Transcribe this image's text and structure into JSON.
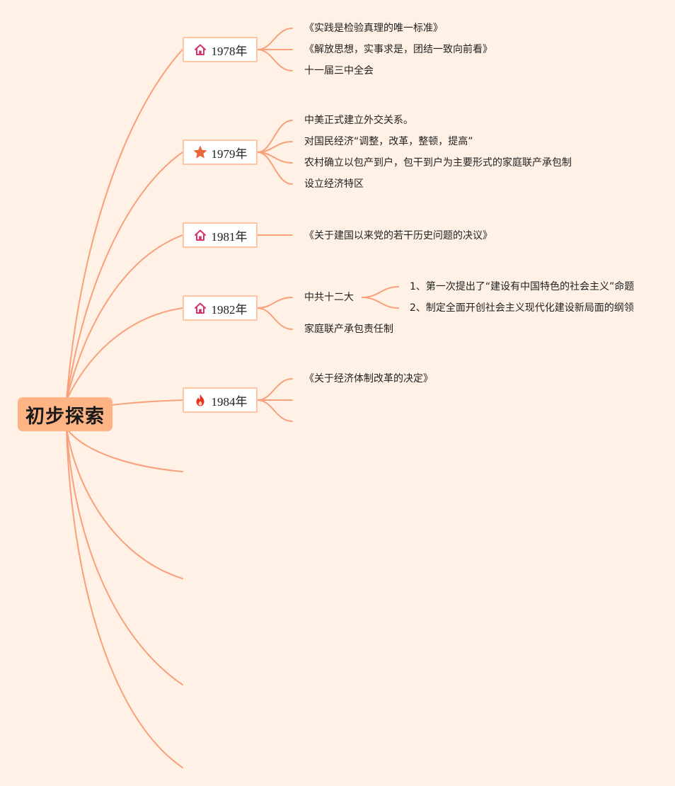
{
  "root": {
    "title": "初步探索"
  },
  "years": [
    {
      "label": "1978年",
      "icon": "home-icon",
      "items": [
        "《实践是检验真理的唯一标准》",
        "《解放思想，实事求是，团结一致向前看》",
        "十一届三中全会"
      ]
    },
    {
      "label": "1979年",
      "icon": "star-icon",
      "items": [
        "中美正式建立外交关系。",
        "对国民经济“调整，改革，整顿，提高”",
        "农村确立以包产到户，包干到户为主要形式的家庭联产承包制",
        "设立经济特区"
      ]
    },
    {
      "label": "1981年",
      "icon": "home-icon",
      "items": [
        "《关于建国以来党的若干历史问题的决议》"
      ]
    },
    {
      "label": "1982年",
      "icon": "home-icon",
      "items": [
        "中共十二大",
        "家庭联产承包责任制"
      ],
      "sub_items": [
        "1、第一次提出了“建设有中国特色的社会主义”命题",
        "2、制定全面开创社会主义现代化建设新局面的纲领"
      ]
    },
    {
      "label": "1984年",
      "icon": "fire-icon",
      "items": [
        "《关于经济体制改革的决定》"
      ]
    }
  ],
  "colors": {
    "background": "#fff1e6",
    "branch": "#f7a07a",
    "root_fill": "#ffb485",
    "node_border": "#ffc6a3",
    "home_icon": "#d6336c",
    "star_icon": "#e8663a",
    "fire_icon": "#e8321e"
  }
}
